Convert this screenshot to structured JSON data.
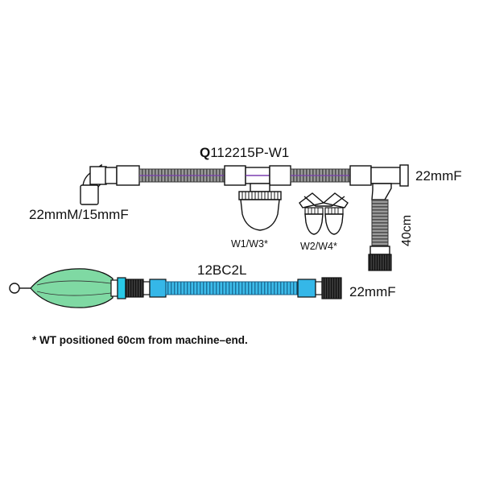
{
  "labels": {
    "circuit_code_prefix": "Q",
    "circuit_code": "112215P-W1",
    "elbow_connector": "22mmM/15mmF",
    "machine_port": "22mmF",
    "water_trap_left": "W1/W3*",
    "water_trap_right": "W2/W4*",
    "limb_length": "40cm",
    "limb_port": "22mmF",
    "bag_circuit_code": "12BC2L",
    "footnote": "* WT positioned 60cm from machine–end."
  },
  "colors": {
    "outline": "#111111",
    "tube_grey": "#8f8f8f",
    "tube_rib": "#555555",
    "purple_wire": "#7b3fb0",
    "bag_green": "#7fd9a3",
    "tube_blue": "#35b7e8",
    "connector_cyan": "#28c8e6",
    "connector_dark": "#2a2a2a",
    "part_white": "#ffffff"
  }
}
